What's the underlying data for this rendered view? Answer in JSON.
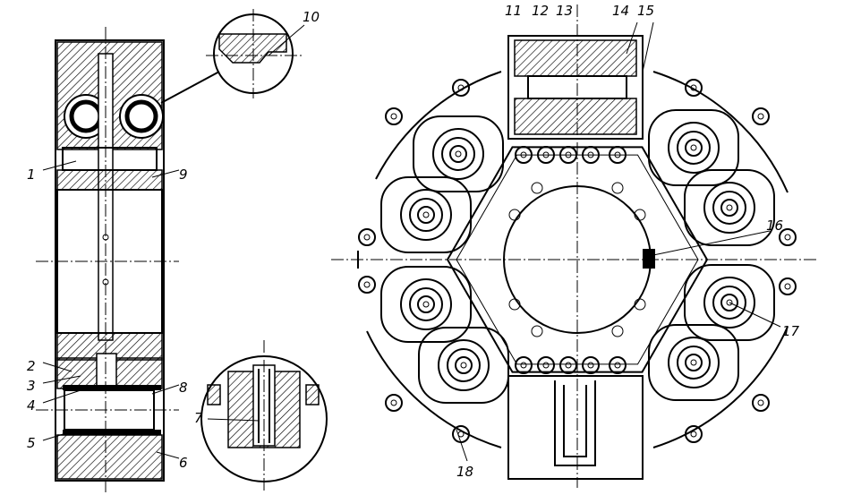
{
  "figure": {
    "labels": {
      "l1": "1",
      "l2": "2",
      "l3": "3",
      "l4": "4",
      "l5": "5",
      "l6": "6",
      "l7": "7",
      "l8": "8",
      "l9": "9",
      "l10": "10",
      "l11": "11",
      "l12": "12",
      "l13": "13",
      "l14": "14",
      "l15": "15",
      "l16": "16",
      "l17": "17",
      "l18": "18"
    }
  }
}
